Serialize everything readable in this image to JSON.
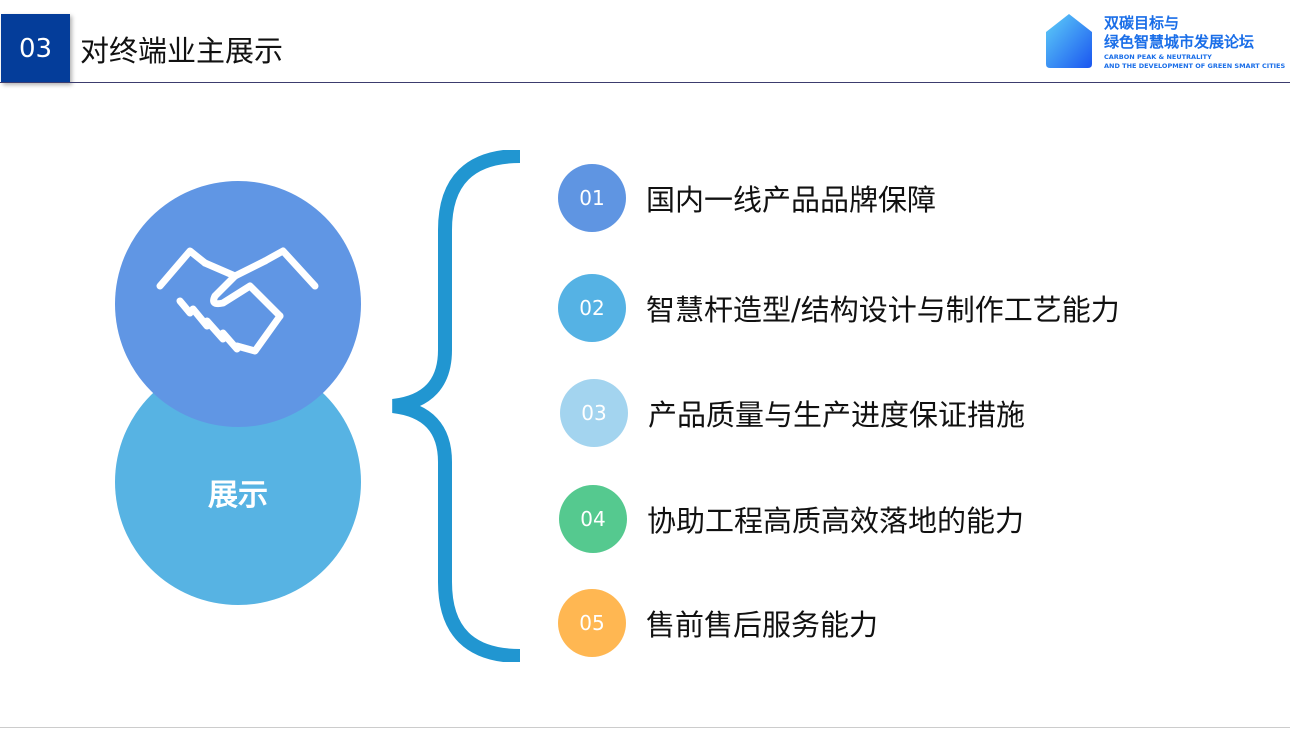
{
  "header": {
    "number": "03",
    "title": "对终端业主展示"
  },
  "logo": {
    "cn_line1": "双碳目标与",
    "cn_line2": "绿色智慧城市发展论坛",
    "en_line1": "CARBON PEAK & NEUTRALITY",
    "en_line2": "AND THE DEVELOPMENT OF GREEN SMART CITIES"
  },
  "center": {
    "label": "展示",
    "icon": "handshake-icon"
  },
  "items": [
    {
      "num": "01",
      "text": "国内一线产品品牌保障",
      "color": "#5f95e2"
    },
    {
      "num": "02",
      "text": "智慧杆造型/结构设计与制作工艺能力",
      "color": "#55b2e4"
    },
    {
      "num": "03",
      "text": "产品质量与生产进度保证措施",
      "color": "#a3d4ef"
    },
    {
      "num": "04",
      "text": "协助工程高质高效落地的能力",
      "color": "#55c98f"
    },
    {
      "num": "05",
      "text": "售前售后服务能力",
      "color": "#ffb752"
    }
  ]
}
